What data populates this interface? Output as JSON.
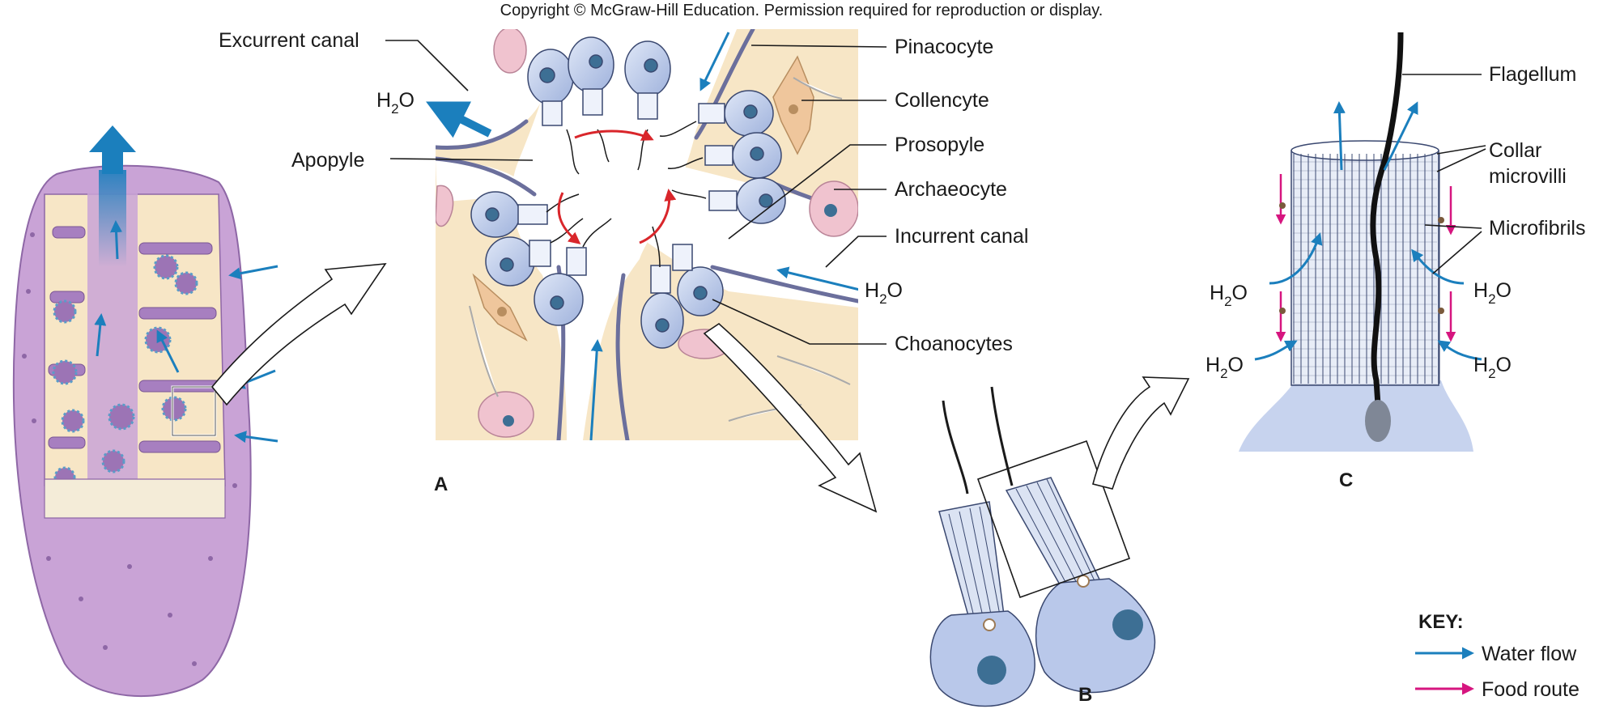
{
  "copyright": "Copyright © McGraw-Hill Education. Permission required for reproduction or display.",
  "water_formula": {
    "h": "H",
    "sub": "2",
    "o": "O"
  },
  "panel_a": {
    "letter": "A",
    "labels": {
      "excurrent_canal": "Excurrent canal",
      "apopyle": "Apopyle",
      "pinacocyte": "Pinacocyte",
      "collencyte": "Collencyte",
      "prosopyle": "Prosopyle",
      "archaeocyte": "Archaeocyte",
      "incurrent_canal": "Incurrent canal",
      "choanocytes": "Choanocytes"
    }
  },
  "panel_b": {
    "letter": "B"
  },
  "panel_c": {
    "letter": "C",
    "labels": {
      "flagellum": "Flagellum",
      "collar_line1": "Collar",
      "collar_line2": "microvilli",
      "microfibrils": "Microfibrils"
    }
  },
  "key": {
    "title": "KEY:",
    "items": [
      {
        "label": "Water flow",
        "color": "#1b7fbd"
      },
      {
        "label": "Food route",
        "color": "#d6157f"
      }
    ]
  },
  "colors": {
    "sponge_body": "#c9a3d6",
    "sponge_dark": "#8e67a6",
    "mesohyl": "#f7e6c6",
    "cell_blue": "#b9c8ea",
    "nucleus": "#3d6f94",
    "collencyte": "#efc69c",
    "archaeocyte": "#f0c3cf",
    "water_arrow": "#1b7fbd",
    "red_arrow": "#d9262b",
    "food_arrow": "#d6157f"
  }
}
